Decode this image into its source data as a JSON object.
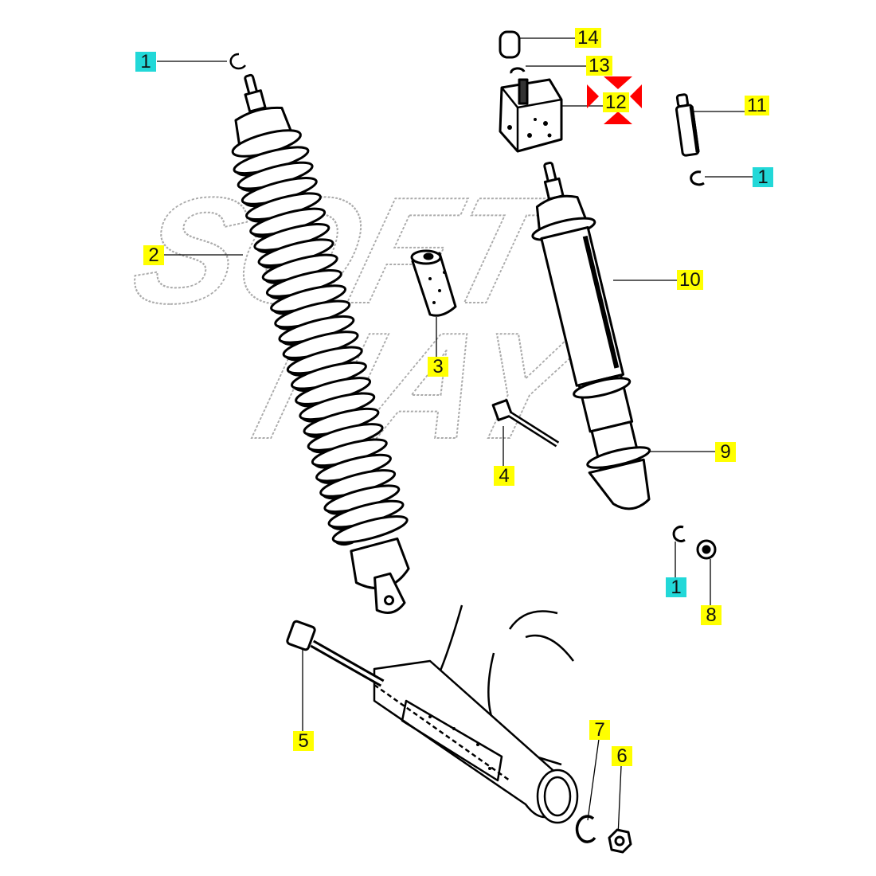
{
  "colors": {
    "part_label": "#ffff00",
    "common_label": "#22d8d8",
    "highlight_marker": "#ff0000"
  },
  "callouts": [
    {
      "id": "c1a",
      "number": "1",
      "kind": "common"
    },
    {
      "id": "c14",
      "number": "14",
      "kind": "part"
    },
    {
      "id": "c13",
      "number": "13",
      "kind": "part"
    },
    {
      "id": "c12",
      "number": "12",
      "kind": "part",
      "highlighted": true
    },
    {
      "id": "c11",
      "number": "11",
      "kind": "part"
    },
    {
      "id": "c1b",
      "number": "1",
      "kind": "common"
    },
    {
      "id": "c2",
      "number": "2",
      "kind": "part"
    },
    {
      "id": "c10",
      "number": "10",
      "kind": "part"
    },
    {
      "id": "c3",
      "number": "3",
      "kind": "part"
    },
    {
      "id": "c9",
      "number": "9",
      "kind": "part"
    },
    {
      "id": "c4",
      "number": "4",
      "kind": "part"
    },
    {
      "id": "c1c",
      "number": "1",
      "kind": "common"
    },
    {
      "id": "c8",
      "number": "8",
      "kind": "part"
    },
    {
      "id": "c5",
      "number": "5",
      "kind": "part"
    },
    {
      "id": "c7",
      "number": "7",
      "kind": "part"
    },
    {
      "id": "c6",
      "number": "6",
      "kind": "part"
    }
  ],
  "watermark": "SOFT NAY"
}
